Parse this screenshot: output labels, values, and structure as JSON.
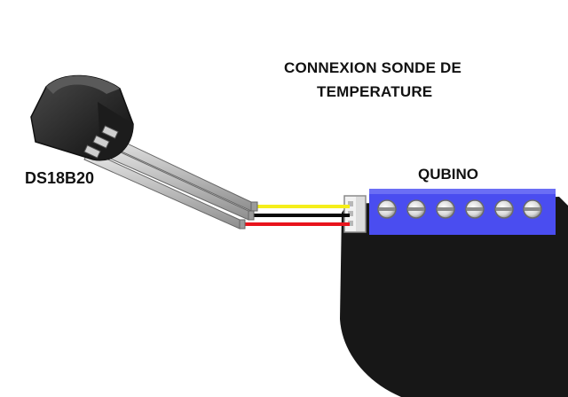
{
  "title": {
    "line1": "CONNEXION SONDE DE",
    "line2": "TEMPERATURE"
  },
  "sensor": {
    "label": "DS18B20"
  },
  "module": {
    "label": "QUBINO"
  },
  "wires": [
    {
      "name": "yellow",
      "color": "#f5ee1a"
    },
    {
      "name": "black",
      "color": "#0a0a0a"
    },
    {
      "name": "red",
      "color": "#e8141c"
    }
  ],
  "colors": {
    "terminal_block": "#4a4df0",
    "module_body": "#171717",
    "sensor_body": "#2a2a2a",
    "text": "#111111"
  }
}
